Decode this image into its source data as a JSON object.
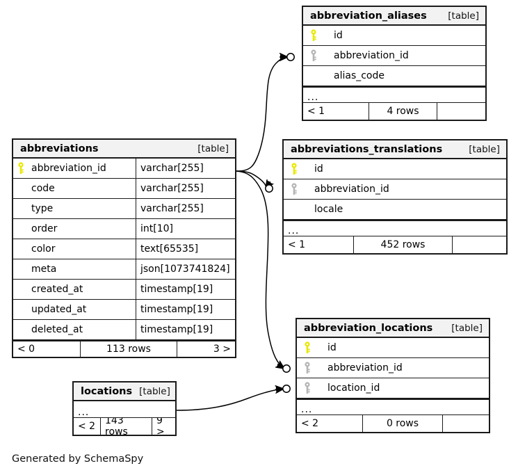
{
  "diagram": {
    "kind": "database-schema-erd",
    "credit": "Generated by SchemaSpy",
    "table_tag": "[table]",
    "ellipsis": "...",
    "colors": {
      "primary_key_icon": "#e8e800",
      "foreign_key_icon": "#b5b5b5",
      "border": "#1a1a1a",
      "title_background": "#f2f2f2",
      "page_background": "#ffffff"
    }
  },
  "tables": [
    {
      "id": "abbreviations",
      "name": "abbreviations",
      "tag": "[table]",
      "columns": [
        {
          "key": "primary",
          "name": "abbreviation_id",
          "type": "varchar[255]"
        },
        {
          "key": "none",
          "name": "code",
          "type": "varchar[255]"
        },
        {
          "key": "none",
          "name": "type",
          "type": "varchar[255]"
        },
        {
          "key": "none",
          "name": "order",
          "type": "int[10]"
        },
        {
          "key": "none",
          "name": "color",
          "type": "text[65535]"
        },
        {
          "key": "none",
          "name": "meta",
          "type": "json[1073741824]"
        },
        {
          "key": "none",
          "name": "created_at",
          "type": "timestamp[19]"
        },
        {
          "key": "none",
          "name": "updated_at",
          "type": "timestamp[19]"
        },
        {
          "key": "none",
          "name": "deleted_at",
          "type": "timestamp[19]"
        }
      ],
      "has_ellipsis_row": false,
      "footer": {
        "left": "< 0",
        "center": "113 rows",
        "right": "3 >"
      }
    },
    {
      "id": "abbreviation_aliases",
      "name": "abbreviation_aliases",
      "tag": "[table]",
      "columns": [
        {
          "key": "primary",
          "name": "id",
          "type": ""
        },
        {
          "key": "foreign",
          "name": "abbreviation_id",
          "type": ""
        },
        {
          "key": "none",
          "name": "alias_code",
          "type": ""
        }
      ],
      "has_ellipsis_row": true,
      "footer": {
        "left": "< 1",
        "center": "4 rows",
        "right": ""
      }
    },
    {
      "id": "abbreviations_translations",
      "name": "abbreviations_translations",
      "tag": "[table]",
      "columns": [
        {
          "key": "primary",
          "name": "id",
          "type": ""
        },
        {
          "key": "foreign",
          "name": "abbreviation_id",
          "type": ""
        },
        {
          "key": "none",
          "name": "locale",
          "type": ""
        }
      ],
      "has_ellipsis_row": true,
      "footer": {
        "left": "< 1",
        "center": "452 rows",
        "right": ""
      }
    },
    {
      "id": "abbreviation_locations",
      "name": "abbreviation_locations",
      "tag": "[table]",
      "columns": [
        {
          "key": "primary",
          "name": "id",
          "type": ""
        },
        {
          "key": "foreign",
          "name": "abbreviation_id",
          "type": ""
        },
        {
          "key": "foreign",
          "name": "location_id",
          "type": ""
        }
      ],
      "has_ellipsis_row": true,
      "footer": {
        "left": "< 2",
        "center": "0 rows",
        "right": ""
      }
    },
    {
      "id": "locations",
      "name": "locations",
      "tag": "[table]",
      "columns": [],
      "has_ellipsis_row": true,
      "footer": {
        "left": "< 2",
        "center": "143 rows",
        "right": "9 >"
      }
    }
  ],
  "relationships": [
    {
      "from_table": "abbreviations",
      "from_column": "abbreviation_id",
      "to_table": "abbreviation_aliases",
      "to_column": "abbreviation_id"
    },
    {
      "from_table": "abbreviations",
      "from_column": "abbreviation_id",
      "to_table": "abbreviations_translations",
      "to_column": "abbreviation_id"
    },
    {
      "from_table": "abbreviations",
      "from_column": "abbreviation_id",
      "to_table": "abbreviation_locations",
      "to_column": "abbreviation_id"
    },
    {
      "from_table": "locations",
      "from_column": "",
      "to_table": "abbreviation_locations",
      "to_column": "location_id"
    }
  ]
}
